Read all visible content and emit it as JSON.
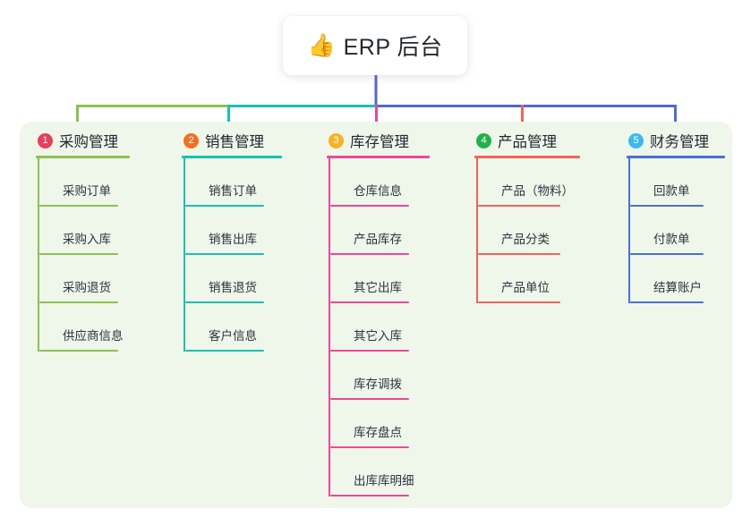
{
  "diagram": {
    "root": {
      "icon": "thumbs-up-icon",
      "icon_glyph": "👍",
      "title": "ERP 后台"
    },
    "panel_background": "#eef7ea",
    "columns": [
      {
        "number": "1",
        "title": "采购管理",
        "accent": "#8cc152",
        "badge_color": "#e83f5b",
        "items": [
          "采购订单",
          "采购入库",
          "采购退货",
          "供应商信息"
        ]
      },
      {
        "number": "2",
        "title": "销售管理",
        "accent": "#19c2ae",
        "badge_color": "#f37021",
        "items": [
          "销售订单",
          "销售出库",
          "销售退货",
          "客户信息"
        ]
      },
      {
        "number": "3",
        "title": "库存管理",
        "accent": "#ec4899",
        "badge_color": "#f5b324",
        "items": [
          "仓库信息",
          "产品库存",
          "其它出库",
          "其它入库",
          "库存调拨",
          "库存盘点",
          "出库库明细"
        ]
      },
      {
        "number": "4",
        "title": "产品管理",
        "accent": "#f2645a",
        "badge_color": "#22b24c",
        "items": [
          "产品（物料）",
          "产品分类",
          "产品单位"
        ]
      },
      {
        "number": "5",
        "title": "财务管理",
        "accent": "#4a6fd4",
        "badge_color": "#3cb9ee",
        "items": [
          "回款单",
          "付款单",
          "结算账户"
        ]
      }
    ],
    "connector_colors": {
      "trunk": "#5566cc",
      "left_bar": "#8cc152",
      "mid_bar": "#19c2ae",
      "right_bar": "#5566cc",
      "drop_1": "#8cc152",
      "drop_2": "#19c2ae",
      "drop_3": "#ec4899",
      "drop_4": "#f2645a",
      "drop_5": "#4a6fd4"
    }
  }
}
